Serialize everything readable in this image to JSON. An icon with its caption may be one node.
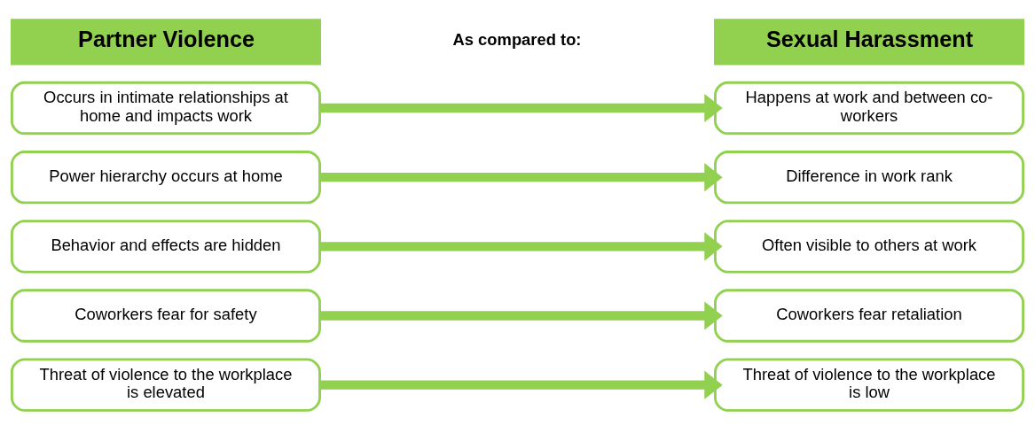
{
  "diagram": {
    "nodes": [
      {
        "text": [
          "Partner Violence"
        ]
      },
      {
        "text": [
          "Sexual Harassment"
        ]
      },
      {
        "text": [
          "Occurs in intimate relationships at home and impacts work"
        ]
      },
      {
        "text": [
          "Happens at work and between co-workers"
        ]
      },
      {
        "text": [
          "Power hierarchy occurs at home"
        ]
      },
      {
        "text": [
          "Difference in work rank"
        ]
      },
      {
        "text": [
          "Behavior and effects are hidden"
        ]
      },
      {
        "text": [
          "Often visible to others at work"
        ]
      },
      {
        "text": [
          "Coworkers fear for safety"
        ]
      },
      {
        "text": [
          "Coworkers fear retaliation"
        ]
      },
      {
        "text": [
          "Threat of violence to the workplace is elevated"
        ]
      },
      {
        "text": [
          "Threat of violence to the workplace is low"
        ]
      }
    ],
    "edges": [
      {
        "from": 2,
        "to": 3,
        "arrow": "to",
        "color": "#92d050"
      },
      {
        "from": 4,
        "to": 5,
        "arrow": "to",
        "color": "#92d050"
      },
      {
        "from": 6,
        "to": 7,
        "arrow": "to",
        "color": "#92d050"
      },
      {
        "from": 8,
        "to": 9,
        "arrow": "to",
        "color": "#92d050"
      },
      {
        "from": 10,
        "to": 11,
        "arrow": "to",
        "color": "#92d050"
      }
    ],
    "labels": [
      "As compared to:"
    ]
  }
}
